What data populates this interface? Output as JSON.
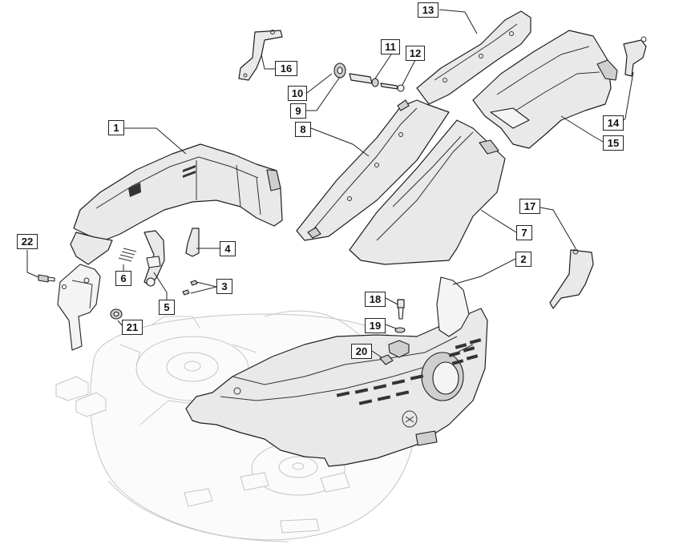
{
  "callouts": [
    {
      "id": "1",
      "label": "1"
    },
    {
      "id": "2",
      "label": "2"
    },
    {
      "id": "3",
      "label": "3"
    },
    {
      "id": "4",
      "label": "4"
    },
    {
      "id": "5",
      "label": "5"
    },
    {
      "id": "6",
      "label": "6"
    },
    {
      "id": "7",
      "label": "7"
    },
    {
      "id": "8",
      "label": "8"
    },
    {
      "id": "9",
      "label": "9"
    },
    {
      "id": "10",
      "label": "10"
    },
    {
      "id": "11",
      "label": "11"
    },
    {
      "id": "12",
      "label": "12"
    },
    {
      "id": "13",
      "label": "13"
    },
    {
      "id": "14",
      "label": "14"
    },
    {
      "id": "15",
      "label": "15"
    },
    {
      "id": "16",
      "label": "16"
    },
    {
      "id": "17",
      "label": "17"
    },
    {
      "id": "18",
      "label": "18"
    },
    {
      "id": "19",
      "label": "19"
    },
    {
      "id": "20",
      "label": "20"
    },
    {
      "id": "21",
      "label": "21"
    },
    {
      "id": "22",
      "label": "22"
    }
  ],
  "colors": {
    "line": "#1e1e1e",
    "part_fill": "#e9e9e9",
    "ghost": "#c4c4c4"
  }
}
